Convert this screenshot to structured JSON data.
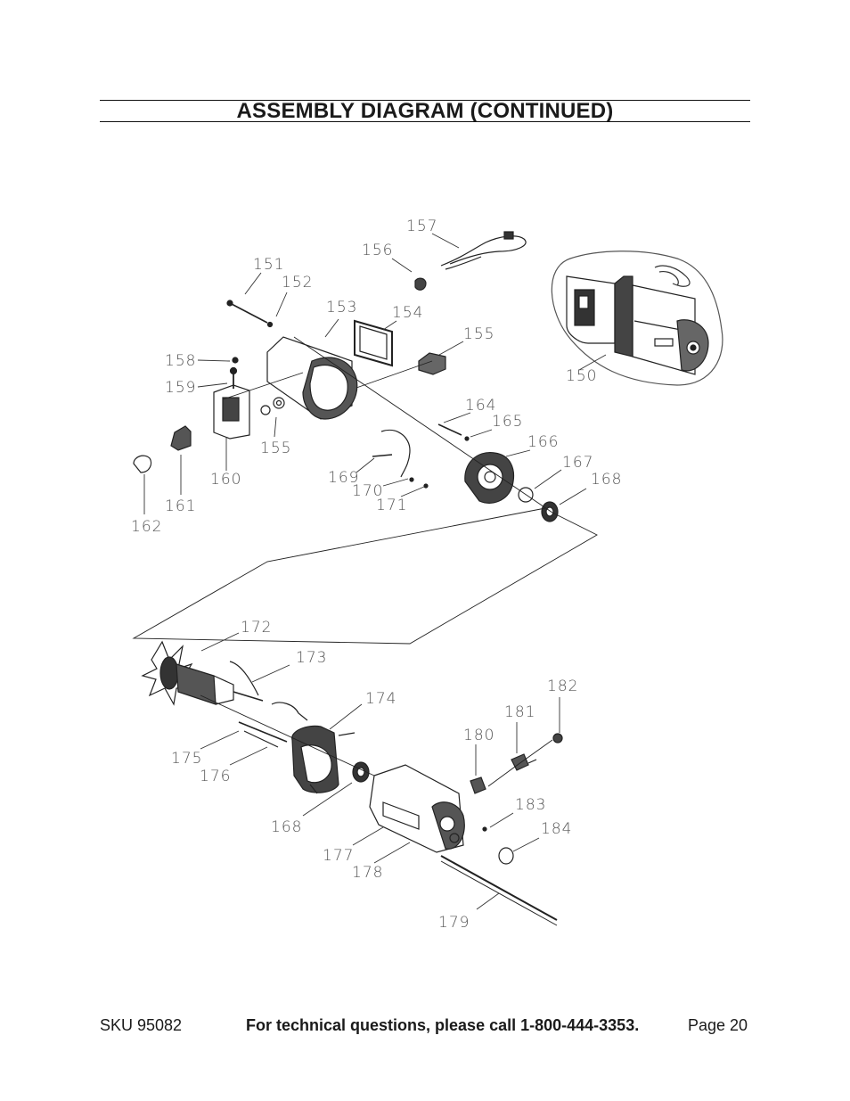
{
  "header": {
    "title": "ASSEMBLY DIAGRAM (CONTINUED)"
  },
  "diagram": {
    "parts": [
      "150",
      "151",
      "152",
      "153",
      "154",
      "155",
      "155",
      "156",
      "157",
      "158",
      "159",
      "160",
      "161",
      "162",
      "164",
      "165",
      "166",
      "167",
      "168",
      "168",
      "169",
      "170",
      "171",
      "172",
      "173",
      "174",
      "175",
      "176",
      "177",
      "178",
      "179",
      "180",
      "181",
      "182",
      "183",
      "184"
    ]
  },
  "footer": {
    "sku": "SKU 95082",
    "technical": "For technical questions, please call 1-800-444-3353.",
    "page": "Page 20"
  }
}
